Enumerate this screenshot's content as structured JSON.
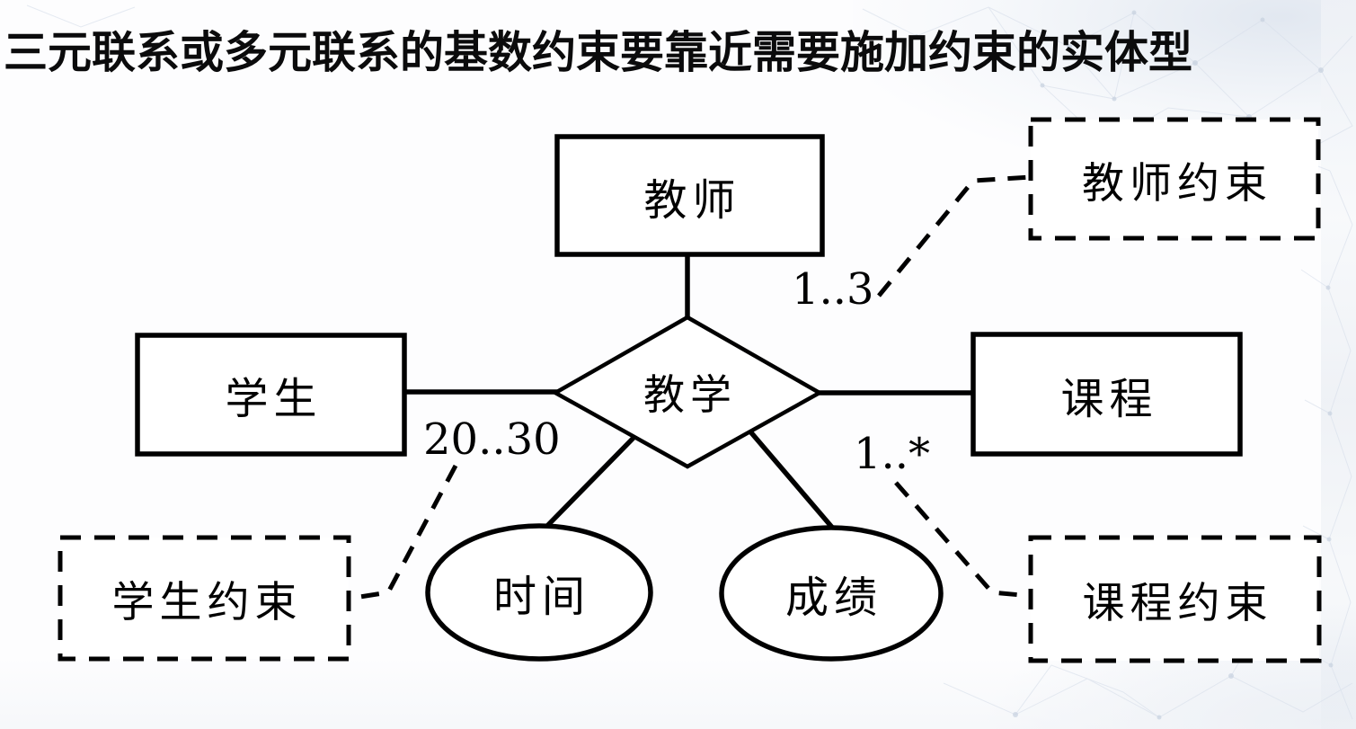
{
  "title": "三元联系或多元联系的基数约束要靠近需要施加约束的实体型",
  "diagram": {
    "type": "er-diagram",
    "entities": [
      {
        "id": "teacher",
        "label": "教师"
      },
      {
        "id": "student",
        "label": "学生"
      },
      {
        "id": "course",
        "label": "课程"
      }
    ],
    "relationship": {
      "id": "teaching",
      "label": "教学",
      "shape": "diamond"
    },
    "attributes": [
      {
        "id": "time",
        "label": "时间",
        "shape": "ellipse"
      },
      {
        "id": "grade",
        "label": "成绩",
        "shape": "ellipse"
      }
    ],
    "constraints": [
      {
        "id": "teacher-constraint",
        "label": "教师约束",
        "cardinality": "1..3"
      },
      {
        "id": "student-constraint",
        "label": "学生约束",
        "cardinality": "20..30"
      },
      {
        "id": "course-constraint",
        "label": "课程约束",
        "cardinality": "1..*"
      }
    ],
    "colors": {
      "stroke": "#000000",
      "text": "#000000",
      "background": "#fdfdfe",
      "texture": "#dde4ee"
    }
  }
}
